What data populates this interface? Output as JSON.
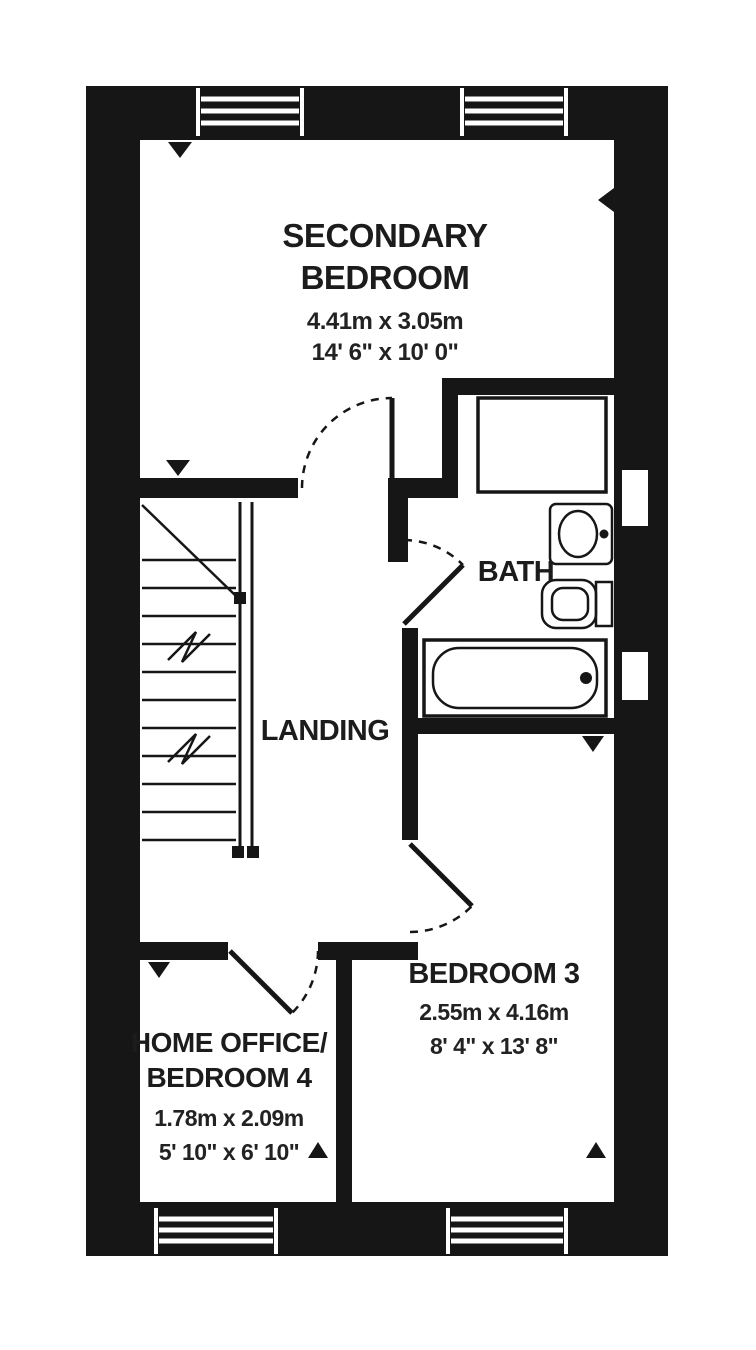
{
  "plan": {
    "colors": {
      "ink": "#161616",
      "background": "#ffffff"
    },
    "rooms": {
      "secondary": {
        "line1": "SECONDARY",
        "line2": "BEDROOM",
        "metric": "4.41m x 3.05m",
        "imperial": "14' 6\" x 10' 0\""
      },
      "bath": {
        "label": "BATH"
      },
      "landing": {
        "label": "LANDING"
      },
      "bedroom3": {
        "label": "BEDROOM 3",
        "metric": "2.55m x 4.16m",
        "imperial": "8' 4\" x 13' 8\""
      },
      "bedroom4": {
        "line1": "HOME OFFICE/",
        "line2": "BEDROOM 4",
        "metric": "1.78m x 2.09m",
        "imperial": "5' 10\" x 6' 10\""
      }
    }
  }
}
